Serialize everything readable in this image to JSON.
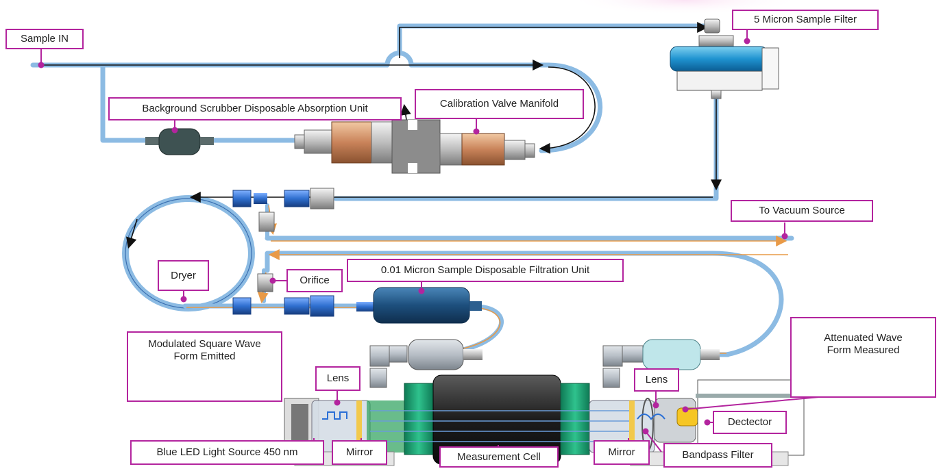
{
  "labels": {
    "sample_in": "Sample IN",
    "sample_filter": "5 Micron Sample Filter",
    "scrubber": "Background Scrubber Disposable Absorption Unit",
    "cal_valve": "Calibration Valve Manifold",
    "vacuum": "To Vacuum Source",
    "dryer": "Dryer",
    "orifice": "Orifice",
    "filtration": "0.01 Micron Sample Disposable Filtration Unit",
    "modulated_1": "Modulated Square Wave",
    "modulated_2": "Form Emitted",
    "attenuated_1": "Attenuated Wave",
    "attenuated_2": "Form Measured",
    "lens_left": "Lens",
    "lens_right": "Lens",
    "led": "Blue LED Light Source 450 nm",
    "mirror_left": "Mirror",
    "measurement_cell": "Measurement Cell",
    "mirror_right": "Mirror",
    "bandpass": "Bandpass Filter",
    "detector": "Dectector"
  },
  "colors": {
    "tube": "#8cbbe3",
    "tube_edge": "#3a6fb0",
    "flow_arrow": "#e99a47",
    "callout": "#b3249e",
    "fitting_blue": "#2f6fcf",
    "copper": "#d99a6a",
    "dark_filter": "#1f4e79",
    "cell_body": "#2a2a2a",
    "cell_end": "#1a9a6e"
  }
}
